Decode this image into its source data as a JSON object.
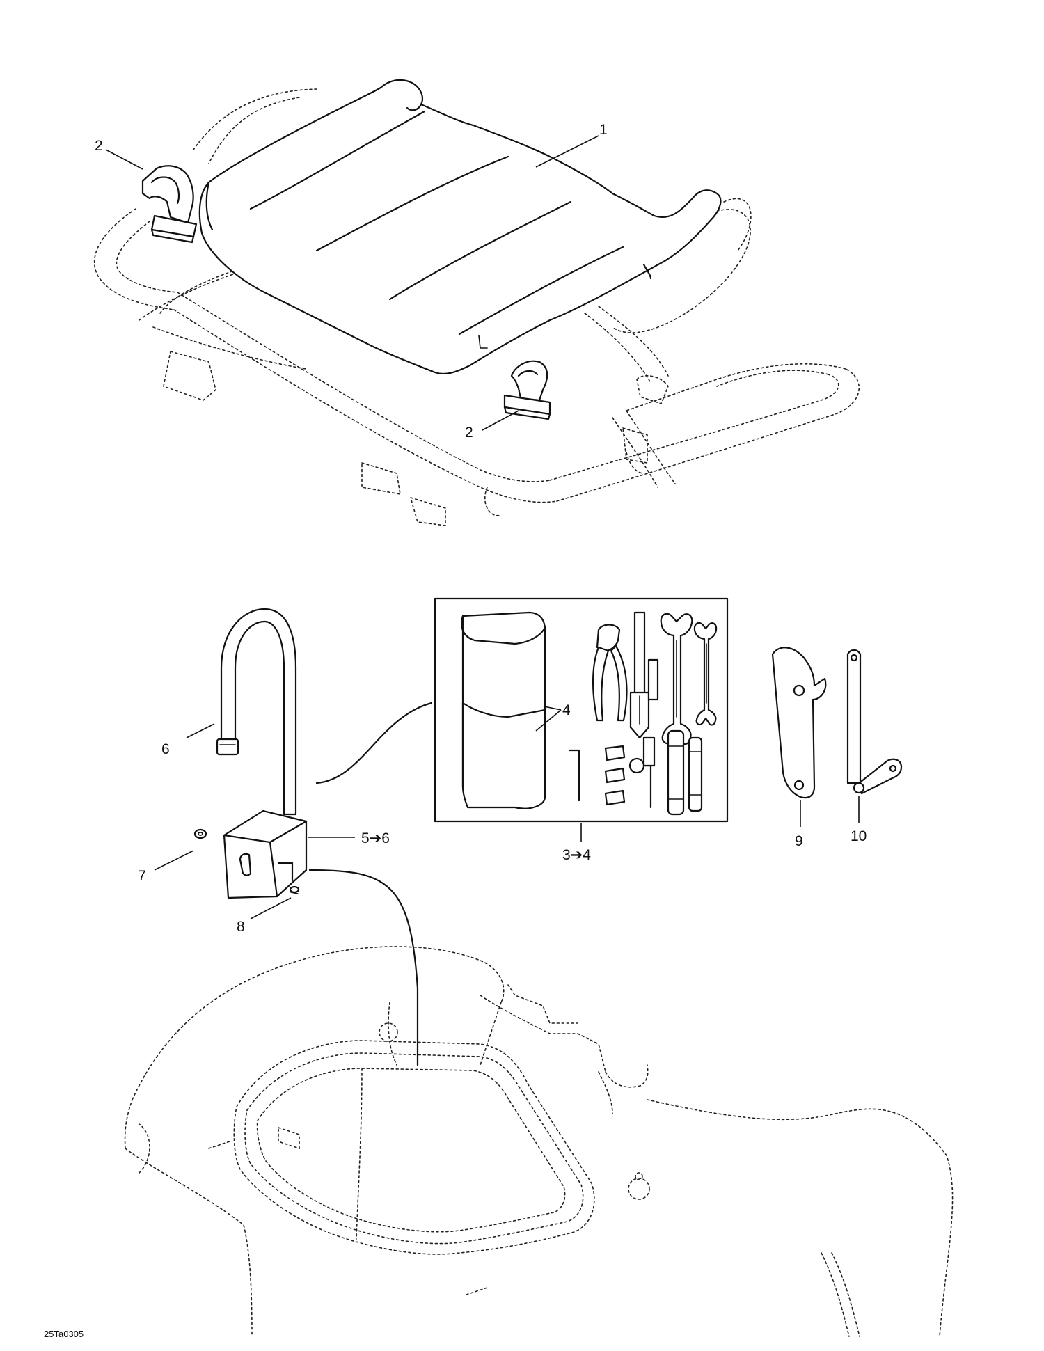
{
  "callouts": {
    "seat": "1",
    "handle_left": "2",
    "handle_right": "2",
    "tool_kit": "3➔4",
    "tool_bag": "4",
    "holder": "5➔6",
    "strap": "6",
    "washer": "7",
    "screw": "8",
    "wrench_9": "9",
    "wrench_10": "10"
  },
  "drawing_ref": "25Ta0305"
}
